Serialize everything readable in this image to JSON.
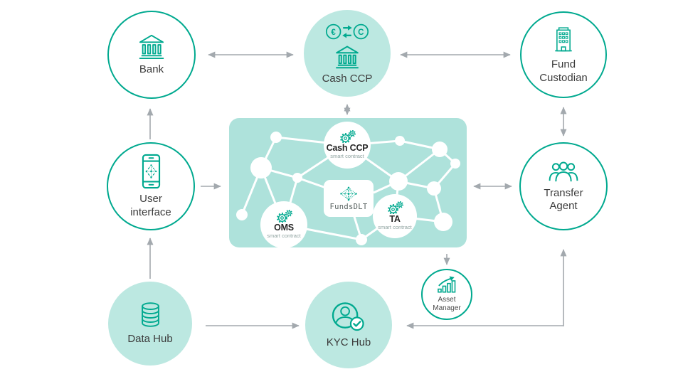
{
  "colors": {
    "accent_teal": "#00a98f",
    "light_teal_fill": "#bce8e1",
    "dlt_box_fill": "#aee2db",
    "arrow_gray": "#a3a9ae",
    "label_text": "#3c3c3c"
  },
  "nodes": {
    "bank": {
      "label": "Bank",
      "icon": "bank-columns-icon"
    },
    "cash_ccp": {
      "label": "Cash CCP",
      "icon": "currency-exchange-bank-icon",
      "currency_left": "€",
      "currency_right": "C"
    },
    "fund_custodian": {
      "label": "Fund Custodian",
      "icon": "office-building-icon"
    },
    "user_interface": {
      "label": "User interface",
      "icon": "smartphone-network-icon"
    },
    "transfer_agent": {
      "label": "Transfer Agent",
      "icon": "people-group-icon"
    },
    "data_hub": {
      "label": "Data Hub",
      "icon": "database-icon"
    },
    "kyc_hub": {
      "label": "KYC Hub",
      "icon": "person-verified-icon"
    },
    "asset_manager": {
      "label": "Asset Manager",
      "icon": "growth-chart-icon"
    }
  },
  "dlt_box": {
    "logo_text": "FundsDLT",
    "contracts": [
      {
        "title": "Cash CCP",
        "subtitle": "smart contract",
        "icon": "gears-icon"
      },
      {
        "title": "OMS",
        "subtitle": "smart contract",
        "icon": "gears-icon"
      },
      {
        "title": "TA",
        "subtitle": "smart contract",
        "icon": "gears-icon"
      }
    ]
  }
}
